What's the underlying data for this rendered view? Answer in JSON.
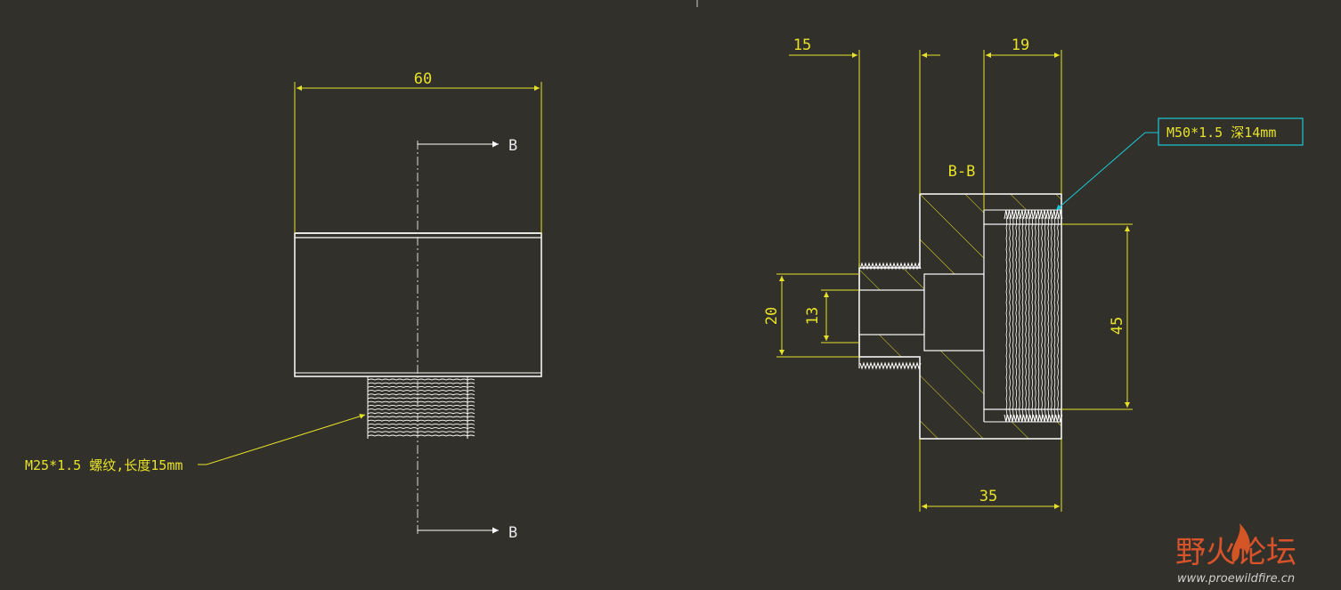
{
  "front_view": {
    "width_dim": "60",
    "section_label_top": "B",
    "section_label_bottom": "B",
    "thread_note": "M25*1.5 螺纹,长度15mm"
  },
  "section_view": {
    "title": "B-B",
    "dim_top_left": "15",
    "dim_top_right": "19",
    "dim_outer_bore": "20",
    "dim_inner_bore": "13",
    "dim_large_bore": "45",
    "dim_depth": "35",
    "thread_note": "M50*1.5 深14mm"
  },
  "watermark": {
    "name": "野火论坛",
    "url": "www.proewildfire.cn"
  },
  "colors": {
    "background": "#32302a",
    "outline": "#ffffff",
    "dimension": "#e6e229",
    "leader_cyan": "#19c8d6",
    "watermark": "#d8532a"
  }
}
